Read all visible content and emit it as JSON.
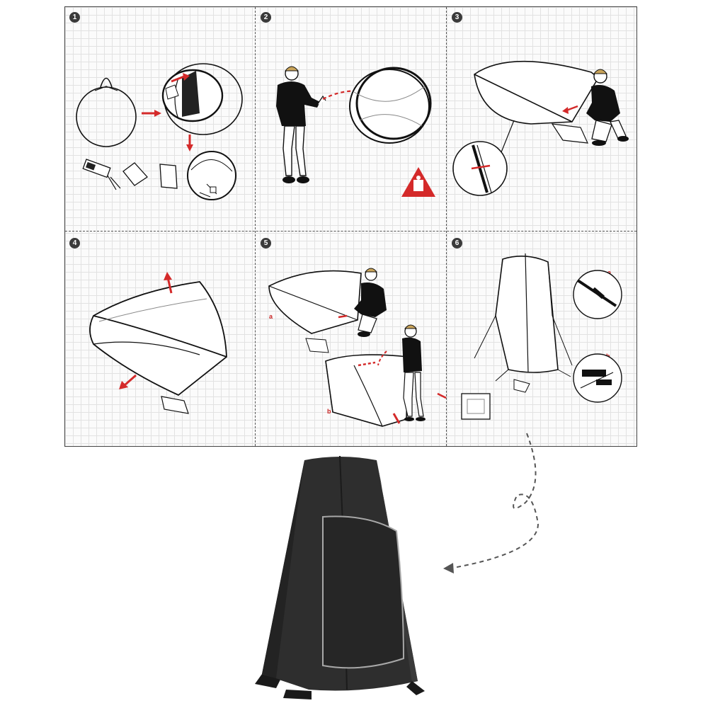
{
  "steps": [
    {
      "number": "1",
      "markers": []
    },
    {
      "number": "2",
      "markers": []
    },
    {
      "number": "3",
      "markers": []
    },
    {
      "number": "4",
      "markers": []
    },
    {
      "number": "5",
      "markers": [
        "a",
        "b"
      ]
    },
    {
      "number": "6",
      "markers": [
        "a",
        "b"
      ]
    }
  ],
  "colors": {
    "accent_red": "#d42a2a",
    "tent_body": "#2e2e2e",
    "line": "#111111",
    "grid": "#e2e2e2"
  },
  "icons": [
    "warning-triangle-icon",
    "tent-illustration",
    "dashed-curve-arrow"
  ]
}
